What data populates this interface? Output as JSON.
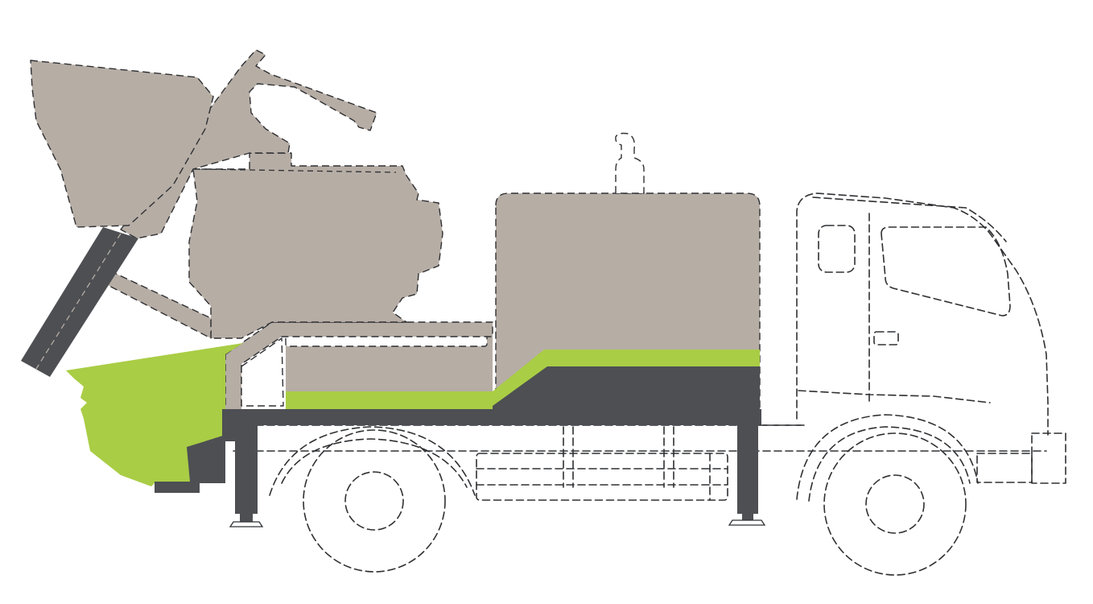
{
  "diagram": {
    "colors": {
      "background": "#ffffff",
      "body_gray": "#b6ada5",
      "dark_gray": "#4d4f53",
      "accent_green": "#a9cd45",
      "outline": "#2f3033"
    },
    "components": [
      "hopper",
      "lift-arm",
      "hydraulic-cylinder",
      "mixer-drum",
      "pump-housing",
      "exhaust-stack",
      "feed-hopper",
      "chassis-frame",
      "outrigger-legs",
      "truck-cab",
      "wheels",
      "fuel-tank"
    ]
  }
}
